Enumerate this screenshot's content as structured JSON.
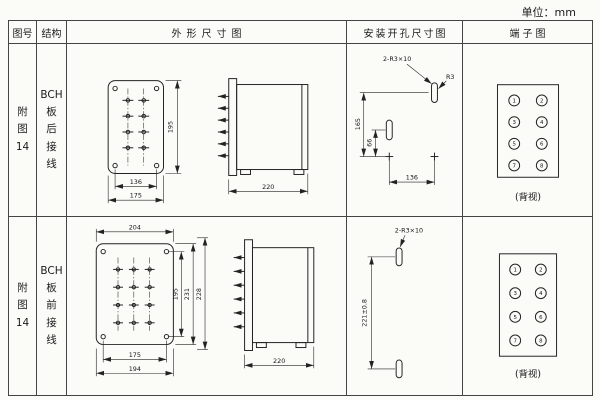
{
  "unit_label": "单位：mm",
  "colors": {
    "ink": "#232323",
    "paper": "#fbfbf8"
  },
  "header": {
    "fig_no": "图号",
    "structure": "结构",
    "outline": "外形尺寸图",
    "mounting": "安装开孔尺寸图",
    "terminal": "端子图"
  },
  "rows": [
    {
      "fig_no": "附\n图\n14",
      "structure": "BCH\n板\n后\n接\n线",
      "outline": {
        "front_width_inner": "136",
        "front_width_outer": "175",
        "front_height": "195",
        "side_depth": "220"
      },
      "mounting": {
        "slot_label": "2-R3×10",
        "radius_label": "R3",
        "dim_v_outer": "165",
        "dim_v_inner": "66",
        "dim_h": "136"
      },
      "terminal": {
        "caption": "(背视)",
        "left": [
          "1",
          "3",
          "5",
          "7"
        ],
        "right": [
          "2",
          "4",
          "6",
          "8"
        ]
      }
    },
    {
      "fig_no": "附\n图\n14",
      "structure": "BCH\n板\n前\n接\n线",
      "outline": {
        "front_width_top": "204",
        "front_width_inner": "175",
        "front_width_outer": "194",
        "front_height_inner": "195",
        "front_height_mid": "231",
        "front_height_outer": "228",
        "side_depth": "220"
      },
      "mounting": {
        "slot_label": "2-R3×10",
        "dim_v": "221±0.8"
      },
      "terminal": {
        "caption": "(背视)",
        "left": [
          "1",
          "3",
          "5",
          "7"
        ],
        "right": [
          "2",
          "4",
          "6",
          "8"
        ]
      }
    }
  ]
}
